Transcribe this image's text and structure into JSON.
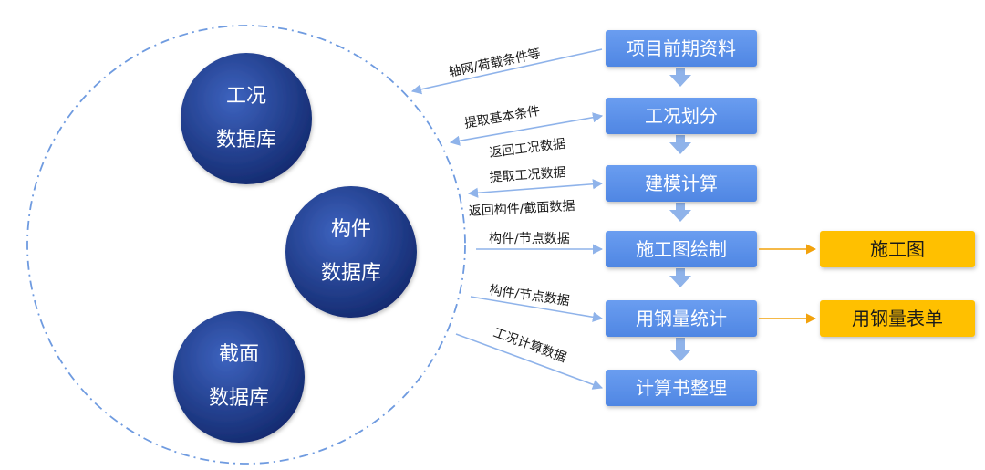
{
  "databases": [
    {
      "line1": "工况",
      "line2": "数据库"
    },
    {
      "line1": "构件",
      "line2": "数据库"
    },
    {
      "line1": "截面",
      "line2": "数据库"
    }
  ],
  "steps": [
    "项目前期资料",
    "工况划分",
    "建模计算",
    "施工图绘制",
    "用钢量统计",
    "计算书整理"
  ],
  "outputs": [
    "施工图",
    "用钢量表单"
  ],
  "connectors": [
    "轴网/荷载条件等",
    "提取基本条件",
    "返回工况数据",
    "提取工况数据",
    "返回构件/截面数据",
    "构件/节点数据",
    "构件/节点数据",
    "工况计算数据"
  ],
  "colors": {
    "step_fill": "#5b8fe8",
    "output_fill": "#ffc000",
    "database_fill": "#1f3a93",
    "connector_line": "#8fb3ea",
    "output_arrow": "#f2a20c",
    "circle_dash": "#6f9be0"
  }
}
